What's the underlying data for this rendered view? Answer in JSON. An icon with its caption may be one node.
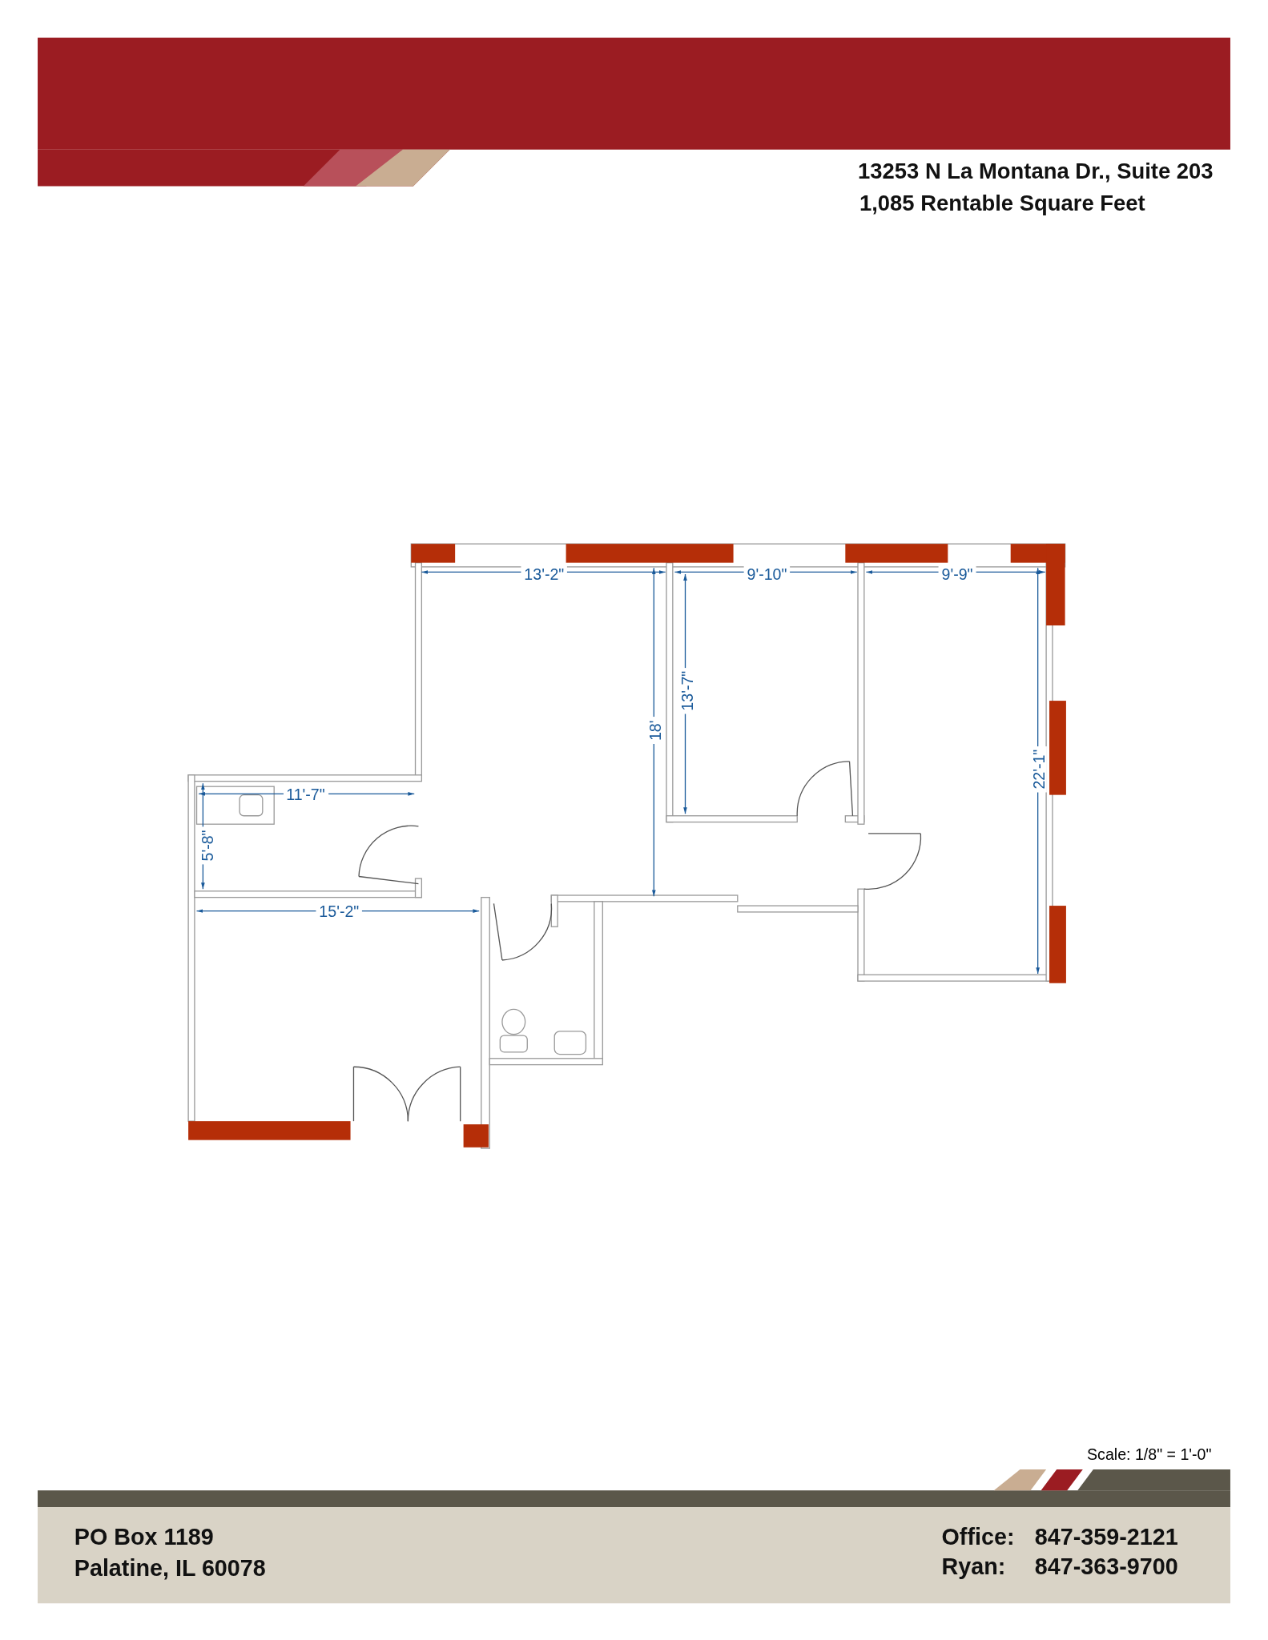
{
  "diagram": {
    "labels": [
      "13253 N La Montana Dr., Suite 203",
      "1,085 Rentable Square Feet",
      "13'-2\"",
      "9'-10\"",
      "9'-9\"",
      "13'-7\"",
      "18'",
      "22'-1\"",
      "11'-7\"",
      "5'-8\"",
      "15'-2\"",
      "Scale: 1/8\" = 1'-0\"",
      "PO Box 1189",
      "Palatine, IL 60078",
      "Office:",
      "847-359-2121",
      "Ryan:",
      "847-363-9700"
    ]
  }
}
